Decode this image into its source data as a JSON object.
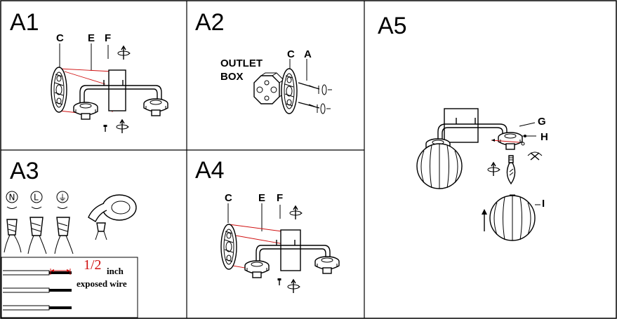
{
  "steps": {
    "a1": {
      "title": "A1",
      "labels": {
        "c": "C",
        "e": "E",
        "f": "F"
      }
    },
    "a2": {
      "title": "A2",
      "labels": {
        "outlet": "OUTLET",
        "box": "BOX",
        "c": "C",
        "a": "A"
      }
    },
    "a3": {
      "title": "A3",
      "wire_symbols": [
        "N",
        "L",
        "⏚"
      ],
      "measure_value": "1/2",
      "measure_unit": "inch",
      "measure_caption": "exposed wire"
    },
    "a4": {
      "title": "A4",
      "labels": {
        "c": "C",
        "e": "E",
        "f": "F"
      }
    },
    "a5": {
      "title": "A5",
      "labels": {
        "g": "G",
        "h": "H",
        "i": "I"
      }
    }
  },
  "colors": {
    "line": "#000000",
    "accent_red": "#d01010",
    "background": "#ffffff"
  }
}
